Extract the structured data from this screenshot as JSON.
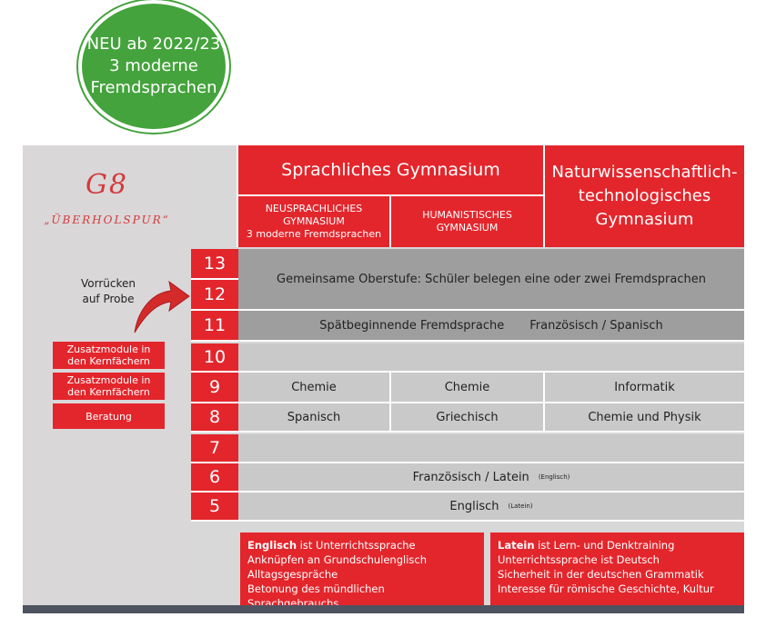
{
  "badge": {
    "line1": "NEU ab 2022/23",
    "line2": "3 moderne",
    "line3": "Fremdsprachen"
  },
  "left": {
    "title": "G8",
    "subtitle": "„ÜBERHOLSPUR“",
    "vorruecken_1": "Vorrücken",
    "vorruecken_2": "auf Probe",
    "module1": "Zusatzmodule in den Kernfächern",
    "module2": "Zusatzmodule in den Kernfächern",
    "beratung": "Beratung"
  },
  "header": {
    "sprachlich": "Sprachliches Gymnasium",
    "neusprachlich_1": "NEUSPRACHLICHES",
    "neusprachlich_2": "GYMNASIUM",
    "neusprachlich_3": "3 moderne Fremdsprachen",
    "humanistisch_1": "HUMANISTISCHES",
    "humanistisch_2": "GYMNASIUM",
    "natur_1": "Naturwissenschaftlich-",
    "natur_2": "technologisches",
    "natur_3": "Gymnasium"
  },
  "grades": [
    "13",
    "12",
    "11",
    "10",
    "9",
    "8",
    "7",
    "6",
    "5"
  ],
  "rows": {
    "oberstufe": "Gemeinsame Oberstufe: Schüler belegen eine oder zwei Fremdsprachen",
    "spaet_label": "Spätbeginnende Fremdsprache",
    "spaet_value": "Französisch / Spanisch",
    "g9_a": "Chemie",
    "g9_b": "Chemie",
    "g9_c": "Informatik",
    "g8_a": "Spanisch",
    "g8_b": "Griechisch",
    "g8_c": "Chemie und Physik",
    "g6_main": "Französisch / Latein",
    "g6_small": "(Englisch)",
    "g5_main": "Englisch",
    "g5_small": "(Latein)"
  },
  "info_left": {
    "bold": "Englisch",
    "rest": " ist Unterrichtssprache",
    "l2": "Anknüpfen an Grundschulenglisch",
    "l3": "Alltagsgespräche",
    "l4": "Betonung des mündlichen Sprachgebrauchs"
  },
  "info_right": {
    "bold": "Latein",
    "rest": " ist Lern- und Denktraining",
    "l2": "Unterrichtssprache ist Deutsch",
    "l3": "Sicherheit in der deutschen Grammatik",
    "l4": "Interesse für römische Geschichte, Kultur"
  },
  "colors": {
    "red": "#e3262c",
    "green": "#44a33c",
    "gray": "#c9c9c9",
    "darkgray": "#9e9e9e"
  }
}
